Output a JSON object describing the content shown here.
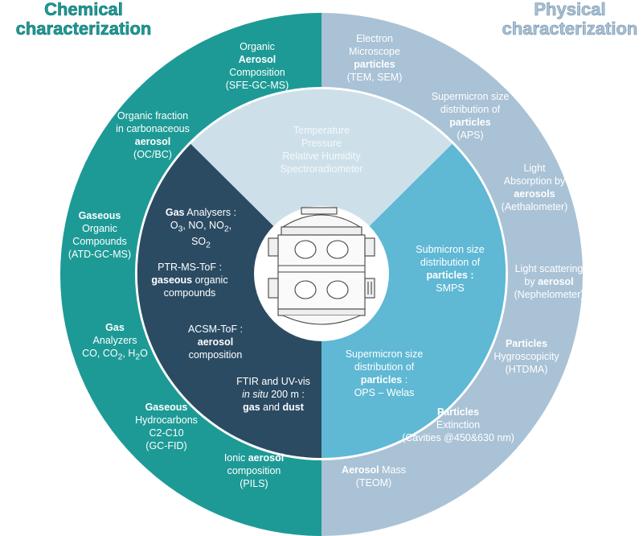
{
  "titles": {
    "chemical": [
      "Chemical",
      "characterization"
    ],
    "physical": [
      "Physical",
      "characterization"
    ]
  },
  "colors": {
    "chem_outer": "#1d9a96",
    "phys_outer": "#a9c2d6",
    "chem_inner": "#2b4b63",
    "phys_inner": "#5fb8d4",
    "top_inner": "#cde0ea",
    "center": "#ffffff"
  },
  "center": {
    "top_segment": [
      "Temperature",
      "Pressure",
      "Relative Humidity",
      "Spectroradiometer"
    ]
  },
  "chem_outer": {
    "organic_aerosol": {
      "l1": "Organic",
      "l2": "Aerosol",
      "l3": "Composition",
      "l4": "(SFE-GC-MS)"
    },
    "organic_fraction": {
      "l1": "Organic fraction",
      "l2": "in carbonaceous",
      "l3": "aerosol",
      "l4": "(OC/BC)"
    },
    "gaseous_organic": {
      "l1": "Gaseous",
      "l2": "Organic",
      "l3": "Compounds",
      "l4": "(ATD-GC-MS)"
    },
    "gas_analyzers": {
      "l1": "Gas",
      "l2": "Analyzers",
      "l3a": "CO, CO",
      "l3b": "2",
      "l3c": ", H",
      "l3d": "2",
      "l3e": "O"
    },
    "gaseous_hydrocarbons": {
      "l1": "Gaseous",
      "l2": "Hydrocarbons",
      "l3": "C2-C10",
      "l4": "(GC-FID)"
    },
    "ionic_aerosol": {
      "l1a": "Ionic ",
      "l1b": "aerosol",
      "l2": "composition",
      "l3": "(PILS)"
    }
  },
  "chem_inner": {
    "gas_analysers": {
      "l1a": "Gas",
      "l1b": " Analysers :",
      "l2a": "O",
      "l2b": "3",
      "l2c": ", NO, NO",
      "l2d": "2",
      "l2e": ",",
      "l3a": "SO",
      "l3b": "2"
    },
    "ptr_ms": {
      "l1": "PTR-MS-ToF :",
      "l2a": "gaseous",
      "l2b": " organic",
      "l3": "compounds"
    },
    "acsm": {
      "l1": "ACSM-ToF :",
      "l2": "aerosol",
      "l3": "composition"
    },
    "ftir": {
      "l1": "FTIR and UV-vis",
      "l2a": "in situ",
      "l2b": " 200 m :",
      "l3a": "gas",
      "l3b": " and ",
      "l3c": "dust"
    }
  },
  "phys_inner": {
    "submicron": {
      "l1": "Submicron size",
      "l2": "distribution of",
      "l3": "particles :",
      "l4": "SMPS"
    },
    "supermicron_ops": {
      "l1": "Supermicron size",
      "l2": "distribution of",
      "l3a": "particles",
      "l3b": " :",
      "l4": "OPS – Welas"
    }
  },
  "phys_outer": {
    "electron": {
      "l1": "Electron",
      "l2": "Microscope",
      "l3": "particles",
      "l4": "(TEM, SEM)"
    },
    "supermicron_aps": {
      "l1": "Supermicron size",
      "l2": "distribution of",
      "l3": "particles",
      "l4": "(APS)"
    },
    "light_absorption": {
      "l1": "Light",
      "l2": "Absorption by",
      "l3": "aerosols",
      "l4": "(Aethalometer)"
    },
    "light_scattering": {
      "l1": "Light scattering",
      "l2a": "by ",
      "l2b": "aerosol",
      "l3": "(Nephelometer)"
    },
    "hygroscopicity": {
      "l1": "Particles",
      "l2": "Hygroscopicity",
      "l3": "(HTDMA)"
    },
    "extinction": {
      "l1": "Particles",
      "l2": "Extinction",
      "l3": "(Cavities @450&630 nm)"
    },
    "aerosol_mass": {
      "l1a": "Aerosol",
      "l1b": " Mass",
      "l2": "(TEOM)"
    }
  }
}
